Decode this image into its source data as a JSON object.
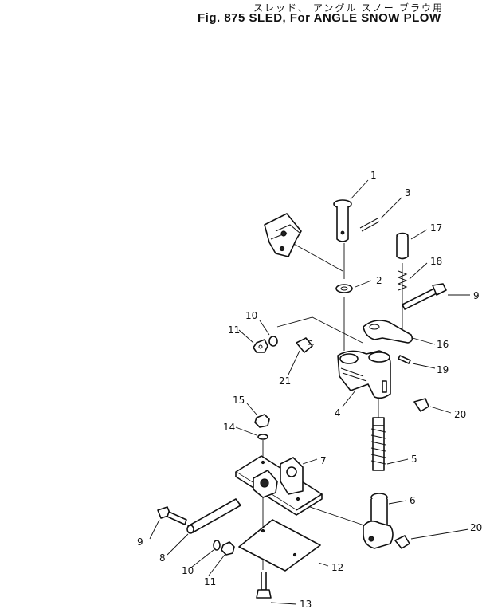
{
  "title": {
    "japanese": "スレッド、 アングル スノー ブラウ用",
    "english": "Fig. 875 SLED, For ANGLE SNOW PLOW"
  },
  "callouts": {
    "p1": "1",
    "p2": "2",
    "p3": "3",
    "p4": "4",
    "p5": "5",
    "p6": "6",
    "p7": "7",
    "p8": "8",
    "p9a": "9",
    "p9b": "9",
    "p10a": "10",
    "p10b": "10",
    "p11a": "11",
    "p11b": "11",
    "p12": "12",
    "p13": "13",
    "p14": "14",
    "p15": "15",
    "p16": "16",
    "p17": "17",
    "p18": "18",
    "p19": "19",
    "p20a": "20",
    "p20b": "20",
    "p21": "21"
  }
}
